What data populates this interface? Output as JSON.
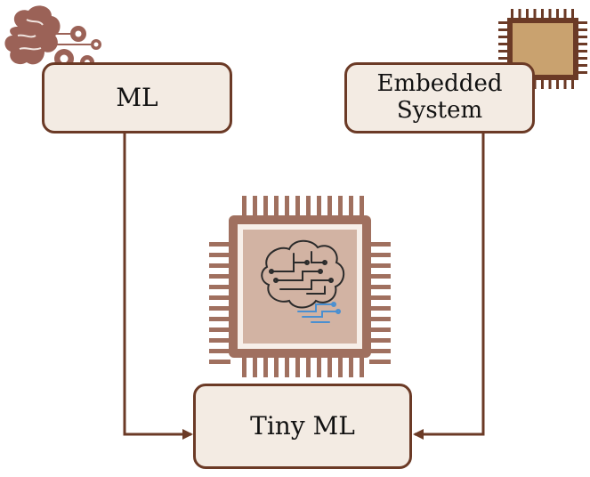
{
  "nodes": {
    "ml": {
      "label": "ML"
    },
    "embedded": {
      "line1": "Embedded",
      "line2": "System"
    },
    "tinyml": {
      "label": "Tiny ML"
    }
  },
  "colors": {
    "border": "#6b3a26",
    "box_fill": "#f3ebe3",
    "connector": "#6b3a26",
    "chip_body": "#a0705f",
    "chip_inner": "#d2b3a3",
    "small_chip_core": "#c9a26f",
    "brain_lines": "#2b2b2b",
    "brain_accent": "#4a8fd0"
  },
  "icons": [
    "brain-gears-icon",
    "microchip-icon",
    "ai-chip-icon",
    "arrowhead-icon"
  ]
}
